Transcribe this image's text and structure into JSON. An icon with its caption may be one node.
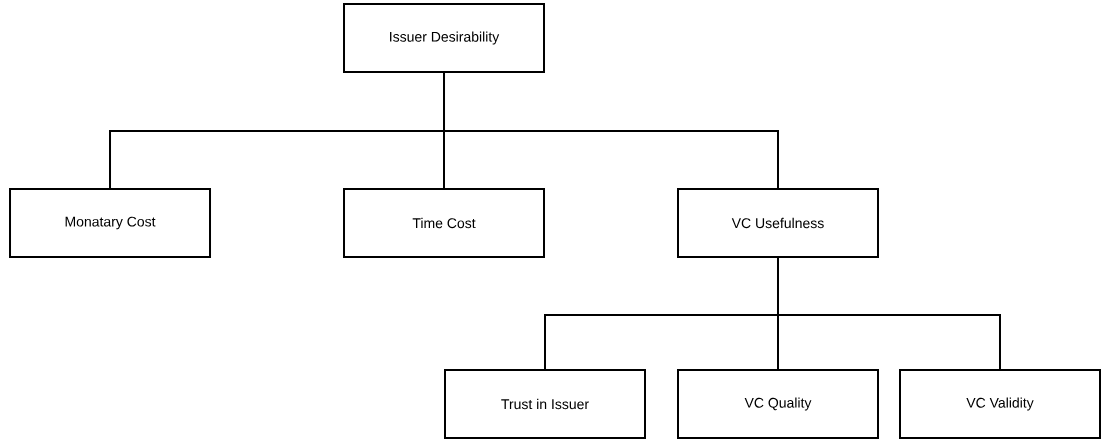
{
  "diagram": {
    "nodes": [
      {
        "text": [
          "Issuer Desirability"
        ]
      },
      {
        "text": [
          "Monatary Cost"
        ]
      },
      {
        "text": [
          "Time Cost"
        ]
      },
      {
        "text": [
          "VC Usefulness"
        ]
      },
      {
        "text": [
          "Trust in Issuer"
        ]
      },
      {
        "text": [
          "VC Quality"
        ]
      },
      {
        "text": [
          "VC Validity"
        ]
      }
    ],
    "edges": [
      {
        "from": 0,
        "to": 1,
        "arrow": "none"
      },
      {
        "from": 0,
        "to": 2,
        "arrow": "none"
      },
      {
        "from": 0,
        "to": 3,
        "arrow": "none"
      },
      {
        "from": 3,
        "to": 4,
        "arrow": "none"
      },
      {
        "from": 3,
        "to": 5,
        "arrow": "none"
      },
      {
        "from": 3,
        "to": 6,
        "arrow": "none"
      }
    ]
  }
}
